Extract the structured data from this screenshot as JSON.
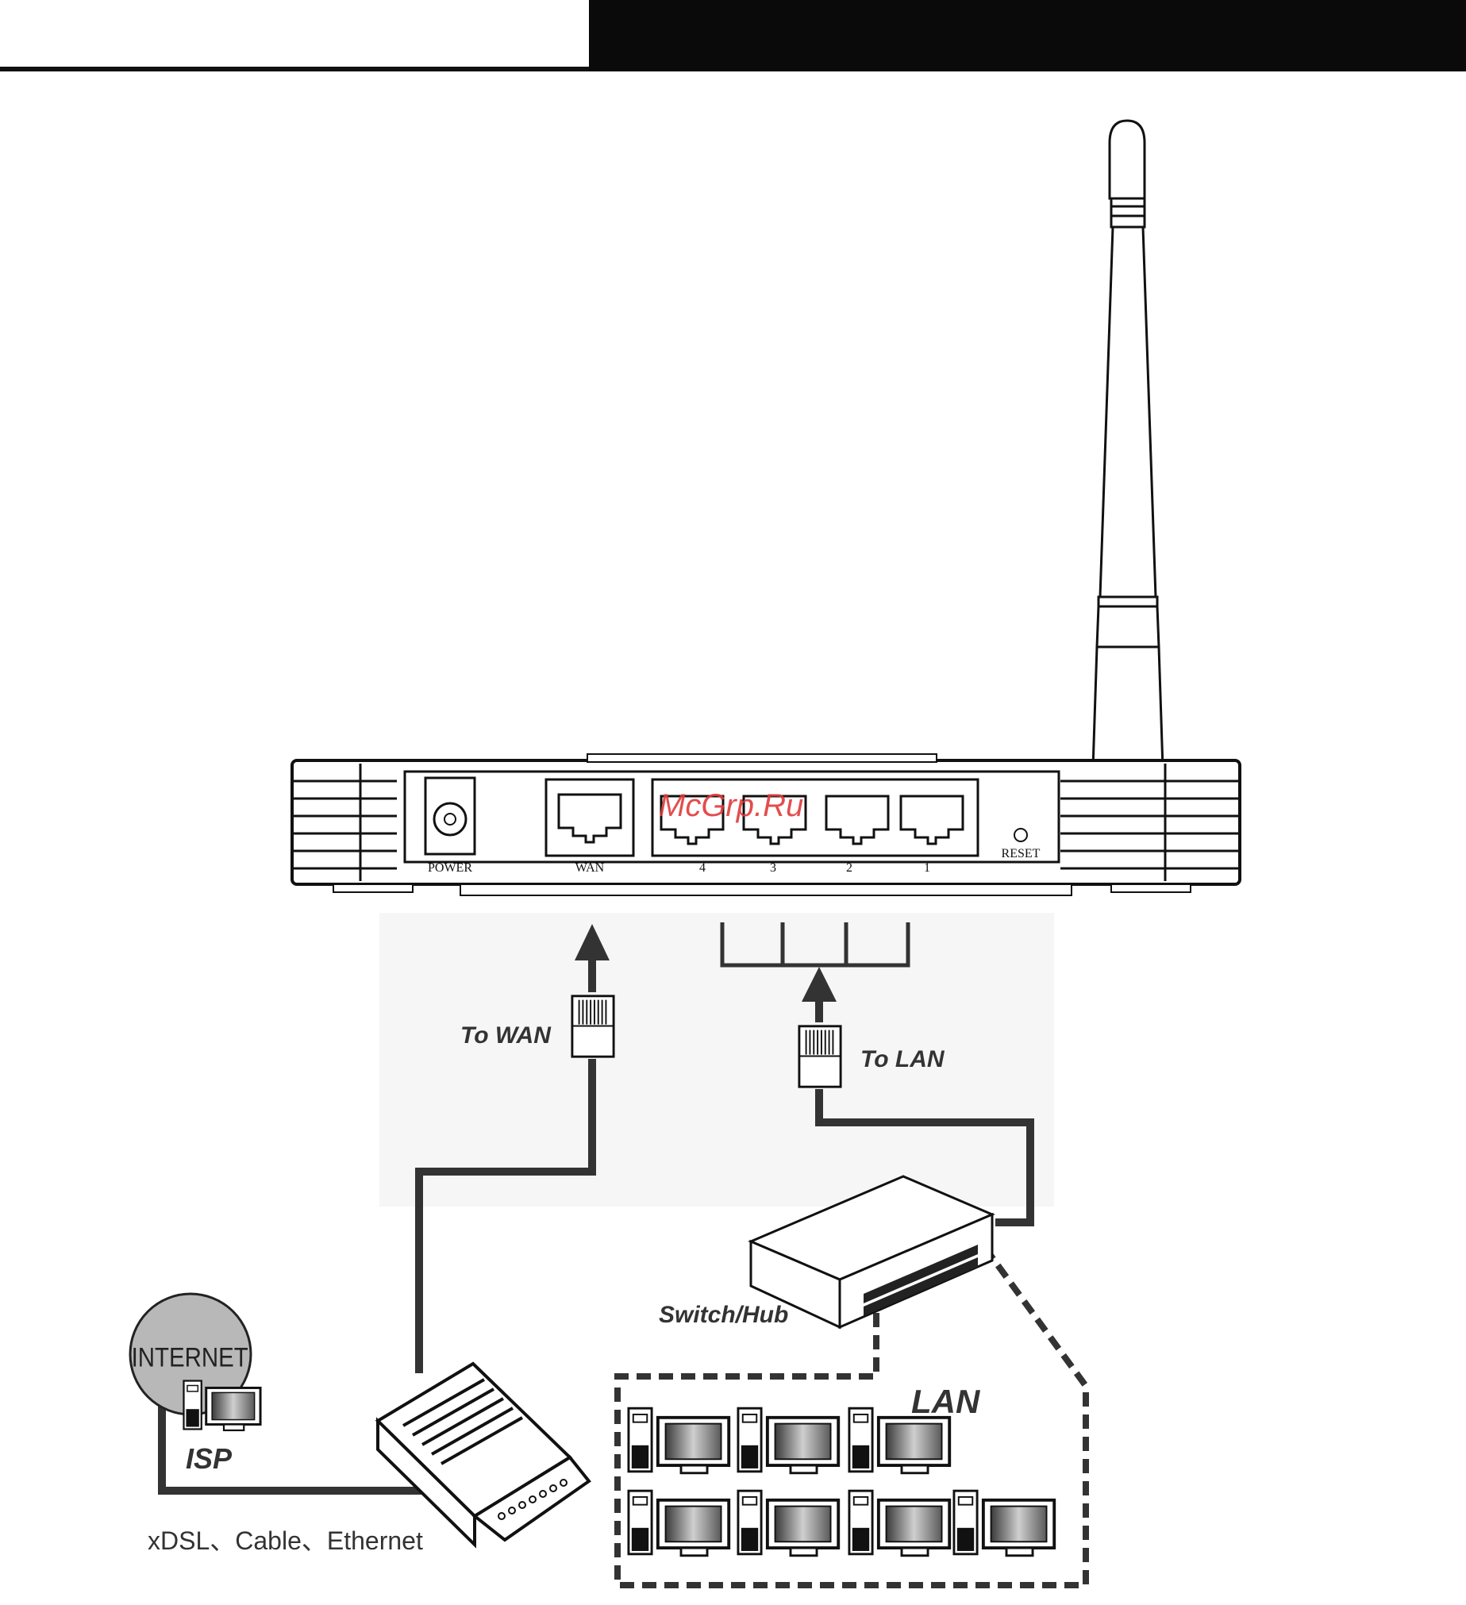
{
  "header": {
    "left_text": "",
    "right_text": ""
  },
  "watermark": "McGrp.Ru",
  "router": {
    "ports": {
      "power": "POWER",
      "wan": "WAN",
      "lan4": "4",
      "lan3": "3",
      "lan2": "2",
      "lan1": "1",
      "reset": "RESET"
    }
  },
  "labels": {
    "to_wan": "To WAN",
    "to_lan": "To LAN",
    "switch_hub": "Switch/Hub",
    "lan": "LAN",
    "internet": "INTERNET",
    "isp": "ISP",
    "modem_types": "xDSL、Cable、Ethernet"
  },
  "colors": {
    "ink": "#1a1a1a",
    "cable": "#333333",
    "watermark": "#e03a3a",
    "internet_globe": "#b8b8b8",
    "background": "#ffffff"
  }
}
